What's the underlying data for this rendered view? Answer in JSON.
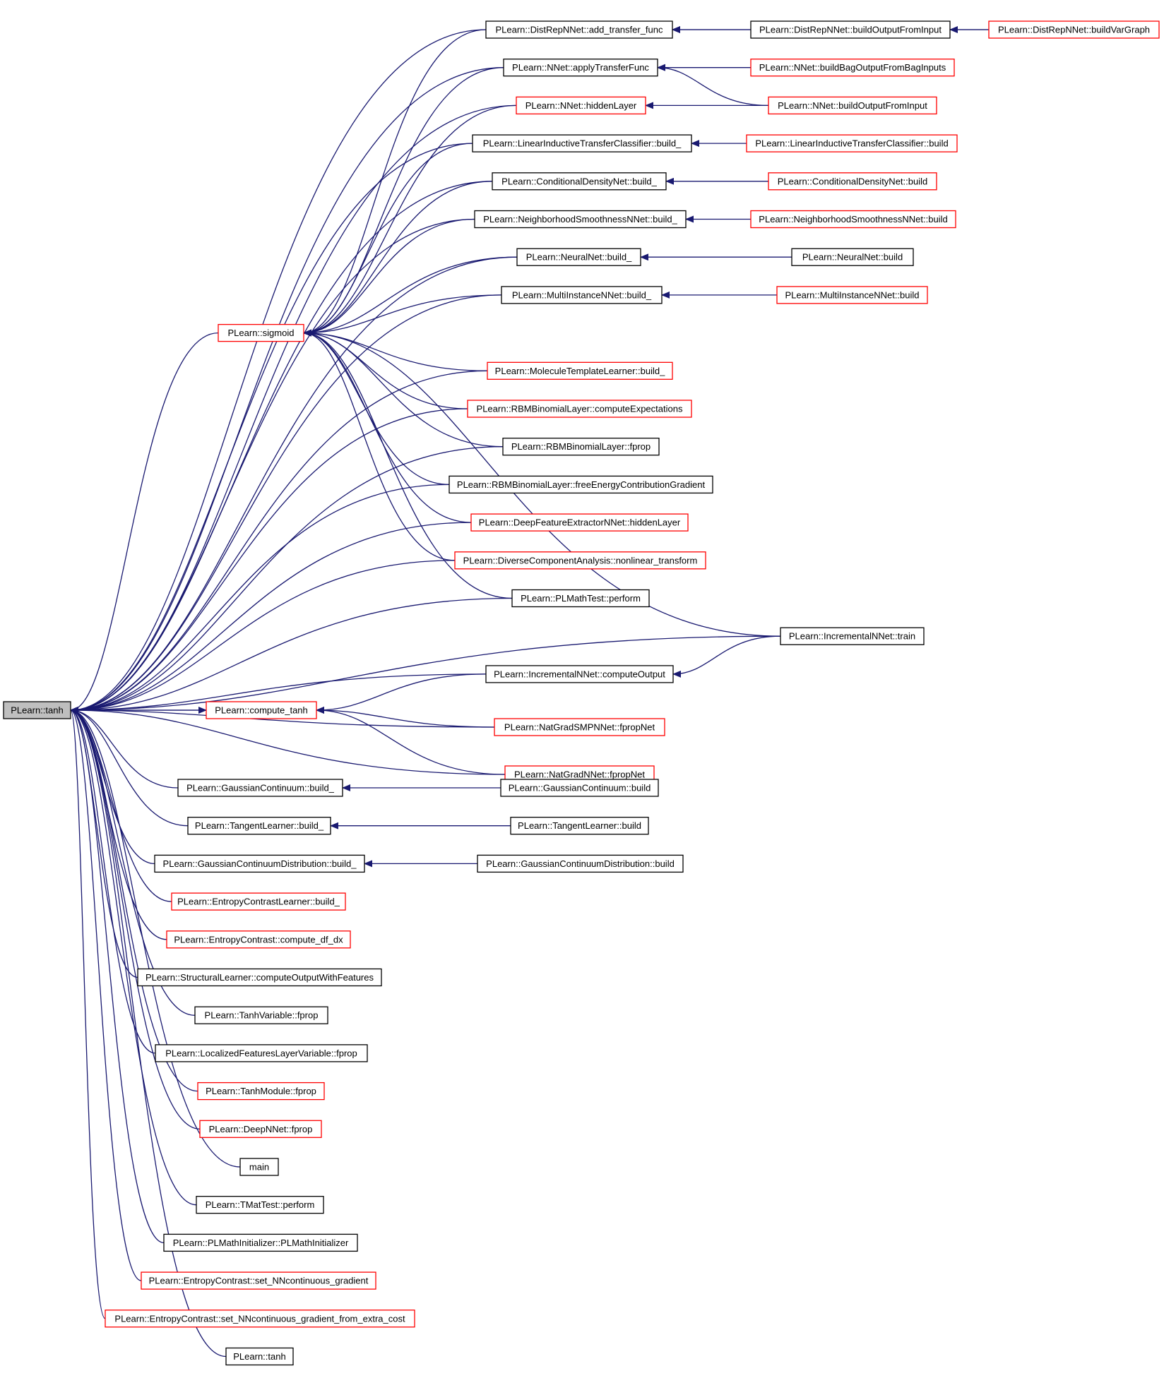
{
  "colors": {
    "edge": "#191970",
    "border_normal": "#000000",
    "border_highlight": "#ff0000",
    "root_fill": "#bfbfbf",
    "node_fill": "#ffffff"
  },
  "nodes": [
    {
      "id": "n0",
      "label": "PLearn::tanh",
      "style": "root"
    },
    {
      "id": "n1",
      "label": "PLearn::DistRepNNet::add_transfer_func",
      "style": "normal"
    },
    {
      "id": "n2",
      "label": "PLearn::DistRepNNet::buildOutputFromInput",
      "style": "normal"
    },
    {
      "id": "n3",
      "label": "PLearn::DistRepNNet::buildVarGraph",
      "style": "red"
    },
    {
      "id": "n4",
      "label": "PLearn::NNet::applyTransferFunc",
      "style": "normal"
    },
    {
      "id": "n5",
      "label": "PLearn::NNet::buildBagOutputFromBagInputs",
      "style": "red"
    },
    {
      "id": "n6",
      "label": "PLearn::NNet::hiddenLayer",
      "style": "red"
    },
    {
      "id": "n7",
      "label": "PLearn::NNet::buildOutputFromInput",
      "style": "red"
    },
    {
      "id": "n8",
      "label": "PLearn::LinearInductiveTransferClassifier::build_",
      "style": "normal"
    },
    {
      "id": "n9",
      "label": "PLearn::LinearInductiveTransferClassifier::build",
      "style": "red"
    },
    {
      "id": "n10",
      "label": "PLearn::ConditionalDensityNet::build_",
      "style": "normal"
    },
    {
      "id": "n11",
      "label": "PLearn::ConditionalDensityNet::build",
      "style": "red"
    },
    {
      "id": "n12",
      "label": "PLearn::NeighborhoodSmoothnessNNet::build_",
      "style": "normal"
    },
    {
      "id": "n13",
      "label": "PLearn::NeighborhoodSmoothnessNNet::build",
      "style": "red"
    },
    {
      "id": "n14",
      "label": "PLearn::NeuralNet::build_",
      "style": "normal"
    },
    {
      "id": "n15",
      "label": "PLearn::NeuralNet::build",
      "style": "normal"
    },
    {
      "id": "n16",
      "label": "PLearn::MultiInstanceNNet::build_",
      "style": "normal"
    },
    {
      "id": "n17",
      "label": "PLearn::MultiInstanceNNet::build",
      "style": "red"
    },
    {
      "id": "n18",
      "label": "PLearn::sigmoid",
      "style": "red"
    },
    {
      "id": "n19",
      "label": "PLearn::MoleculeTemplateLearner::build_",
      "style": "red"
    },
    {
      "id": "n20",
      "label": "PLearn::RBMBinomialLayer::computeExpectations",
      "style": "red"
    },
    {
      "id": "n21",
      "label": "PLearn::RBMBinomialLayer::fprop",
      "style": "normal"
    },
    {
      "id": "n22",
      "label": "PLearn::RBMBinomialLayer::freeEnergyContributionGradient",
      "style": "normal"
    },
    {
      "id": "n23",
      "label": "PLearn::DeepFeatureExtractorNNet::hiddenLayer",
      "style": "red"
    },
    {
      "id": "n24",
      "label": "PLearn::DiverseComponentAnalysis::nonlinear_transform",
      "style": "red"
    },
    {
      "id": "n25",
      "label": "PLearn::PLMathTest::perform",
      "style": "normal"
    },
    {
      "id": "n26",
      "label": "PLearn::IncrementalNNet::train",
      "style": "normal"
    },
    {
      "id": "n27",
      "label": "PLearn::IncrementalNNet::computeOutput",
      "style": "normal"
    },
    {
      "id": "n28",
      "label": "PLearn::compute_tanh",
      "style": "red"
    },
    {
      "id": "n29",
      "label": "PLearn::NatGradSMPNNet::fpropNet",
      "style": "red"
    },
    {
      "id": "n30",
      "label": "PLearn::NatGradNNet::fpropNet",
      "style": "red"
    },
    {
      "id": "n31",
      "label": "PLearn::GaussianContinuum::build_",
      "style": "normal"
    },
    {
      "id": "n32",
      "label": "PLearn::GaussianContinuum::build",
      "style": "normal"
    },
    {
      "id": "n33",
      "label": "PLearn::TangentLearner::build_",
      "style": "normal"
    },
    {
      "id": "n34",
      "label": "PLearn::TangentLearner::build",
      "style": "normal"
    },
    {
      "id": "n35",
      "label": "PLearn::GaussianContinuumDistribution::build_",
      "style": "normal"
    },
    {
      "id": "n36",
      "label": "PLearn::GaussianContinuumDistribution::build",
      "style": "normal"
    },
    {
      "id": "n37",
      "label": "PLearn::EntropyContrastLearner::build_",
      "style": "red"
    },
    {
      "id": "n38",
      "label": "PLearn::EntropyContrast::compute_df_dx",
      "style": "red"
    },
    {
      "id": "n39",
      "label": "PLearn::StructuralLearner::computeOutputWithFeatures",
      "style": "normal"
    },
    {
      "id": "n40",
      "label": "PLearn::TanhVariable::fprop",
      "style": "normal"
    },
    {
      "id": "n41",
      "label": "PLearn::LocalizedFeaturesLayerVariable::fprop",
      "style": "normal"
    },
    {
      "id": "n42",
      "label": "PLearn::TanhModule::fprop",
      "style": "red"
    },
    {
      "id": "n43",
      "label": "PLearn::DeepNNet::fprop",
      "style": "red"
    },
    {
      "id": "n44",
      "label": "main",
      "style": "normal"
    },
    {
      "id": "n45",
      "label": "PLearn::TMatTest::perform",
      "style": "normal"
    },
    {
      "id": "n46",
      "label": "PLearn::PLMathInitializer::PLMathInitializer",
      "style": "normal"
    },
    {
      "id": "n47",
      "label": "PLearn::EntropyContrast::set_NNcontinuous_gradient",
      "style": "red"
    },
    {
      "id": "n48",
      "label": "PLearn::EntropyContrast::set_NNcontinuous_gradient_from_extra_cost",
      "style": "red"
    },
    {
      "id": "n49",
      "label": "PLearn::tanh",
      "style": "normal"
    }
  ],
  "edges": [
    [
      "n1",
      "n0"
    ],
    [
      "n4",
      "n0"
    ],
    [
      "n6",
      "n0"
    ],
    [
      "n8",
      "n0"
    ],
    [
      "n10",
      "n0"
    ],
    [
      "n12",
      "n0"
    ],
    [
      "n14",
      "n0"
    ],
    [
      "n16",
      "n0"
    ],
    [
      "n18",
      "n0"
    ],
    [
      "n19",
      "n0"
    ],
    [
      "n20",
      "n0"
    ],
    [
      "n21",
      "n0"
    ],
    [
      "n22",
      "n0"
    ],
    [
      "n23",
      "n0"
    ],
    [
      "n24",
      "n0"
    ],
    [
      "n25",
      "n0"
    ],
    [
      "n26",
      "n0"
    ],
    [
      "n27",
      "n0"
    ],
    [
      "n28",
      "n0"
    ],
    [
      "n0",
      "n28"
    ],
    [
      "n29",
      "n0"
    ],
    [
      "n30",
      "n0"
    ],
    [
      "n31",
      "n0"
    ],
    [
      "n33",
      "n0"
    ],
    [
      "n35",
      "n0"
    ],
    [
      "n37",
      "n0"
    ],
    [
      "n38",
      "n0"
    ],
    [
      "n39",
      "n0"
    ],
    [
      "n40",
      "n0"
    ],
    [
      "n41",
      "n0"
    ],
    [
      "n42",
      "n0"
    ],
    [
      "n43",
      "n0"
    ],
    [
      "n44",
      "n0"
    ],
    [
      "n45",
      "n0"
    ],
    [
      "n46",
      "n0"
    ],
    [
      "n47",
      "n0"
    ],
    [
      "n48",
      "n0"
    ],
    [
      "n49",
      "n0"
    ],
    [
      "n1",
      "n18"
    ],
    [
      "n4",
      "n18"
    ],
    [
      "n6",
      "n18"
    ],
    [
      "n8",
      "n18"
    ],
    [
      "n10",
      "n18"
    ],
    [
      "n12",
      "n18"
    ],
    [
      "n14",
      "n18"
    ],
    [
      "n16",
      "n18"
    ],
    [
      "n19",
      "n18"
    ],
    [
      "n20",
      "n18"
    ],
    [
      "n21",
      "n18"
    ],
    [
      "n22",
      "n18"
    ],
    [
      "n23",
      "n18"
    ],
    [
      "n24",
      "n18"
    ],
    [
      "n25",
      "n18"
    ],
    [
      "n26",
      "n18"
    ],
    [
      "n27",
      "n28"
    ],
    [
      "n29",
      "n28"
    ],
    [
      "n30",
      "n28"
    ],
    [
      "n2",
      "n1"
    ],
    [
      "n3",
      "n1"
    ],
    [
      "n3",
      "n2"
    ],
    [
      "n5",
      "n4"
    ],
    [
      "n7",
      "n4"
    ],
    [
      "n7",
      "n6"
    ],
    [
      "n9",
      "n8"
    ],
    [
      "n11",
      "n10"
    ],
    [
      "n13",
      "n12"
    ],
    [
      "n15",
      "n14"
    ],
    [
      "n17",
      "n16"
    ],
    [
      "n26",
      "n27"
    ],
    [
      "n32",
      "n31"
    ],
    [
      "n34",
      "n33"
    ],
    [
      "n36",
      "n35"
    ]
  ]
}
